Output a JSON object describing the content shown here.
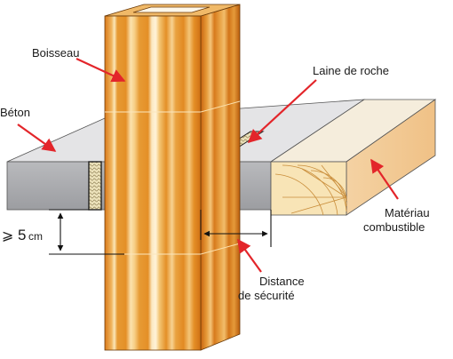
{
  "labels": {
    "boisseau": "Boisseau",
    "beton": "Béton",
    "laine_de_roche": "Laine de roche",
    "materiau_line1": "Matériau",
    "materiau_line2": "combustible",
    "distance_line1": "Distance",
    "distance_line2": "de sécurité",
    "min_symbol": "⩾",
    "min_value": "5",
    "min_unit": "cm"
  },
  "colors": {
    "leader_arrow": "#e3252a",
    "dimension_line": "#111111",
    "concrete_top": "#e3e3e5",
    "concrete_front": "#a9aaad",
    "wood_top": "#f4ecdb",
    "wood_side": "#f2c99a",
    "wood_end": "#f8e3b5",
    "flue_orange": "#e08a1e",
    "flue_light": "#f6d79a",
    "rock_wool": "#e9ddb0"
  }
}
